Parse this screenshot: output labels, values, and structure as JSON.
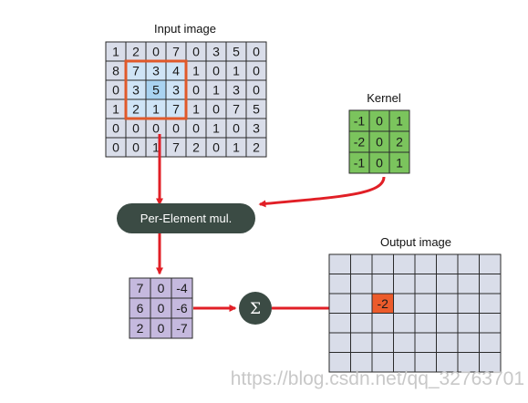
{
  "input_image": {
    "title": "Input image",
    "rows": [
      [
        "1",
        "2",
        "0",
        "7",
        "0",
        "3",
        "5",
        "0"
      ],
      [
        "8",
        "7",
        "3",
        "4",
        "1",
        "0",
        "1",
        "0"
      ],
      [
        "0",
        "3",
        "5",
        "3",
        "0",
        "1",
        "3",
        "0"
      ],
      [
        "1",
        "2",
        "1",
        "7",
        "1",
        "0",
        "7",
        "5"
      ],
      [
        "0",
        "0",
        "0",
        "0",
        "0",
        "1",
        "0",
        "3"
      ],
      [
        "0",
        "0",
        "1",
        "7",
        "2",
        "0",
        "1",
        "2"
      ]
    ],
    "highlight_window": {
      "row_start": 1,
      "col_start": 1,
      "size": 3
    },
    "cell_color": "#d9dde9",
    "window_tint": "#cfe4f6",
    "window_center": "#a9d3f1",
    "window_border": "#e0592a"
  },
  "kernel": {
    "title": "Kernel",
    "rows": [
      [
        "-1",
        "0",
        "1"
      ],
      [
        "-2",
        "0",
        "2"
      ],
      [
        "-1",
        "0",
        "1"
      ]
    ],
    "cell_color": "#7bc45d"
  },
  "multiply_step": {
    "label": "Per-Element mul.",
    "fill_color": "#3b4b44"
  },
  "product_matrix": {
    "rows": [
      [
        "7",
        "0",
        "-4"
      ],
      [
        "6",
        "0",
        "-6"
      ],
      [
        "2",
        "0",
        "-7"
      ]
    ],
    "cell_color": "#c5b9de"
  },
  "sum_step": {
    "symbol": "Σ",
    "fill_color": "#3b4b44"
  },
  "output_image": {
    "title": "Output image",
    "cols": 8,
    "rows": 6,
    "result_value": "-2",
    "result_cell": {
      "row": 2,
      "col": 2
    },
    "cell_color": "#d9dde9",
    "result_color": "#ec5b2b"
  },
  "arrow_color": "#e11f26",
  "watermark": "https://blog.csdn.net/qq_32763701"
}
